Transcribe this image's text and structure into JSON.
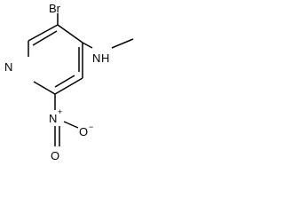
{
  "molecule": {
    "atoms": {
      "bromine": "Br",
      "ring_nitrogen": "N",
      "amine": "N",
      "amine_hydrogen": "H",
      "nitro_nitrogen": "N",
      "nitro_nitrogen_charge": "+",
      "nitro_oxygen_double": "O",
      "nitro_oxygen_single": "O",
      "nitro_oxygen_charge": "−"
    }
  }
}
